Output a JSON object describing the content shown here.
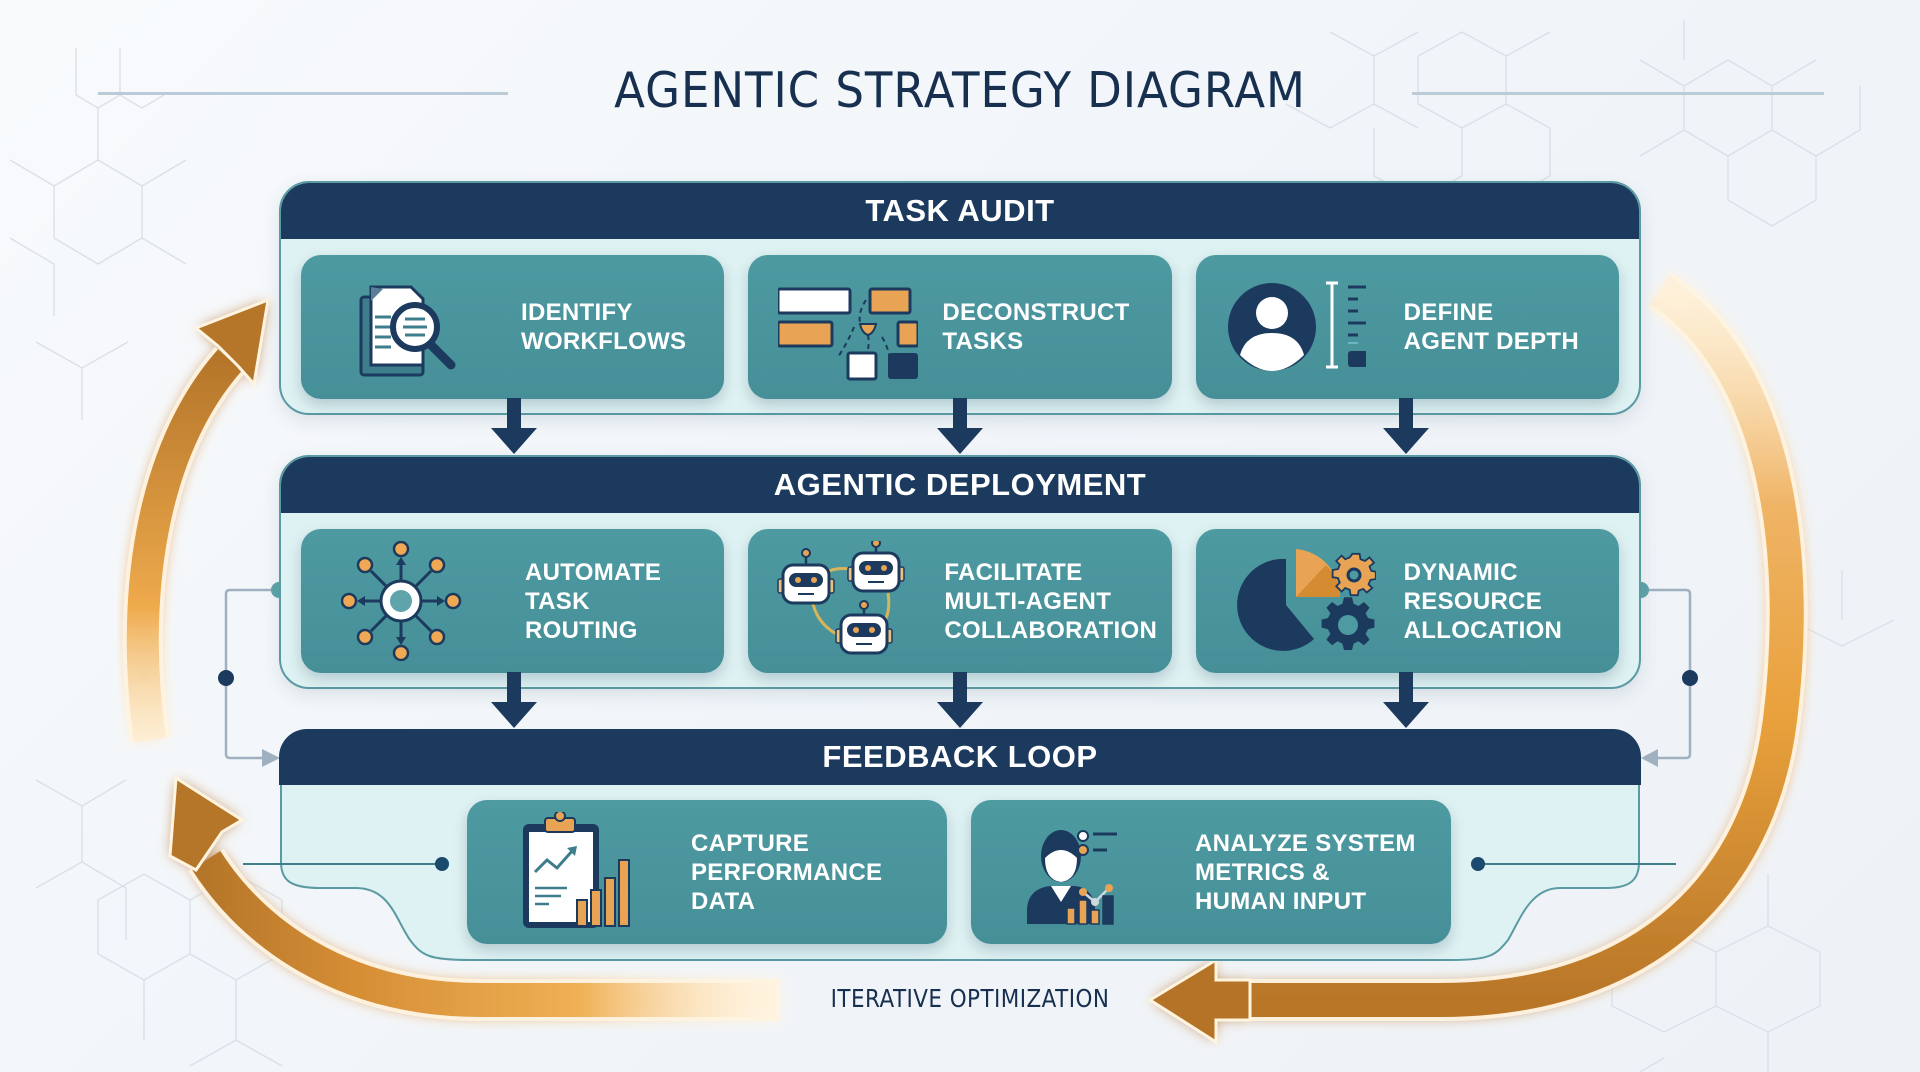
{
  "title": "AGENTIC STRATEGY DIAGRAM",
  "colors": {
    "navy": "#1c3a5e",
    "teal_card": "#4e9aa1",
    "section_bg": "#dff2f3",
    "accent_orange": "#e8a444",
    "accent_bronze": "#b87628",
    "connector_gray": "#9fb0c0"
  },
  "sections": [
    {
      "title": "TASK AUDIT",
      "cards": [
        {
          "label": "IDENTIFY\nWORKFLOWS",
          "icon": "document-search-icon"
        },
        {
          "label": "DECONSTRUCT\nTASKS",
          "icon": "task-blocks-icon"
        },
        {
          "label": "DEFINE\nAGENT DEPTH",
          "icon": "user-depth-scale-icon"
        }
      ]
    },
    {
      "title": "AGENTIC DEPLOYMENT",
      "cards": [
        {
          "label": "AUTOMATE\nTASK\nROUTING",
          "icon": "hub-routing-icon"
        },
        {
          "label": "FACILITATE\nMULTI-AGENT\nCOLLABORATION",
          "icon": "robots-network-icon"
        },
        {
          "label": "DYNAMIC\nRESOURCE\nALLOCATION",
          "icon": "pie-gears-icon"
        }
      ]
    },
    {
      "title": "FEEDBACK LOOP",
      "cards": [
        {
          "label": "CAPTURE\nPERFORMANCE\nDATA",
          "icon": "clipboard-chart-icon"
        },
        {
          "label": "ANALYZE SYSTEM\nMETRICS &\nHUMAN INPUT",
          "icon": "person-analytics-icon"
        }
      ]
    }
  ],
  "loop_label": "ITERATIVE OPTIMIZATION"
}
